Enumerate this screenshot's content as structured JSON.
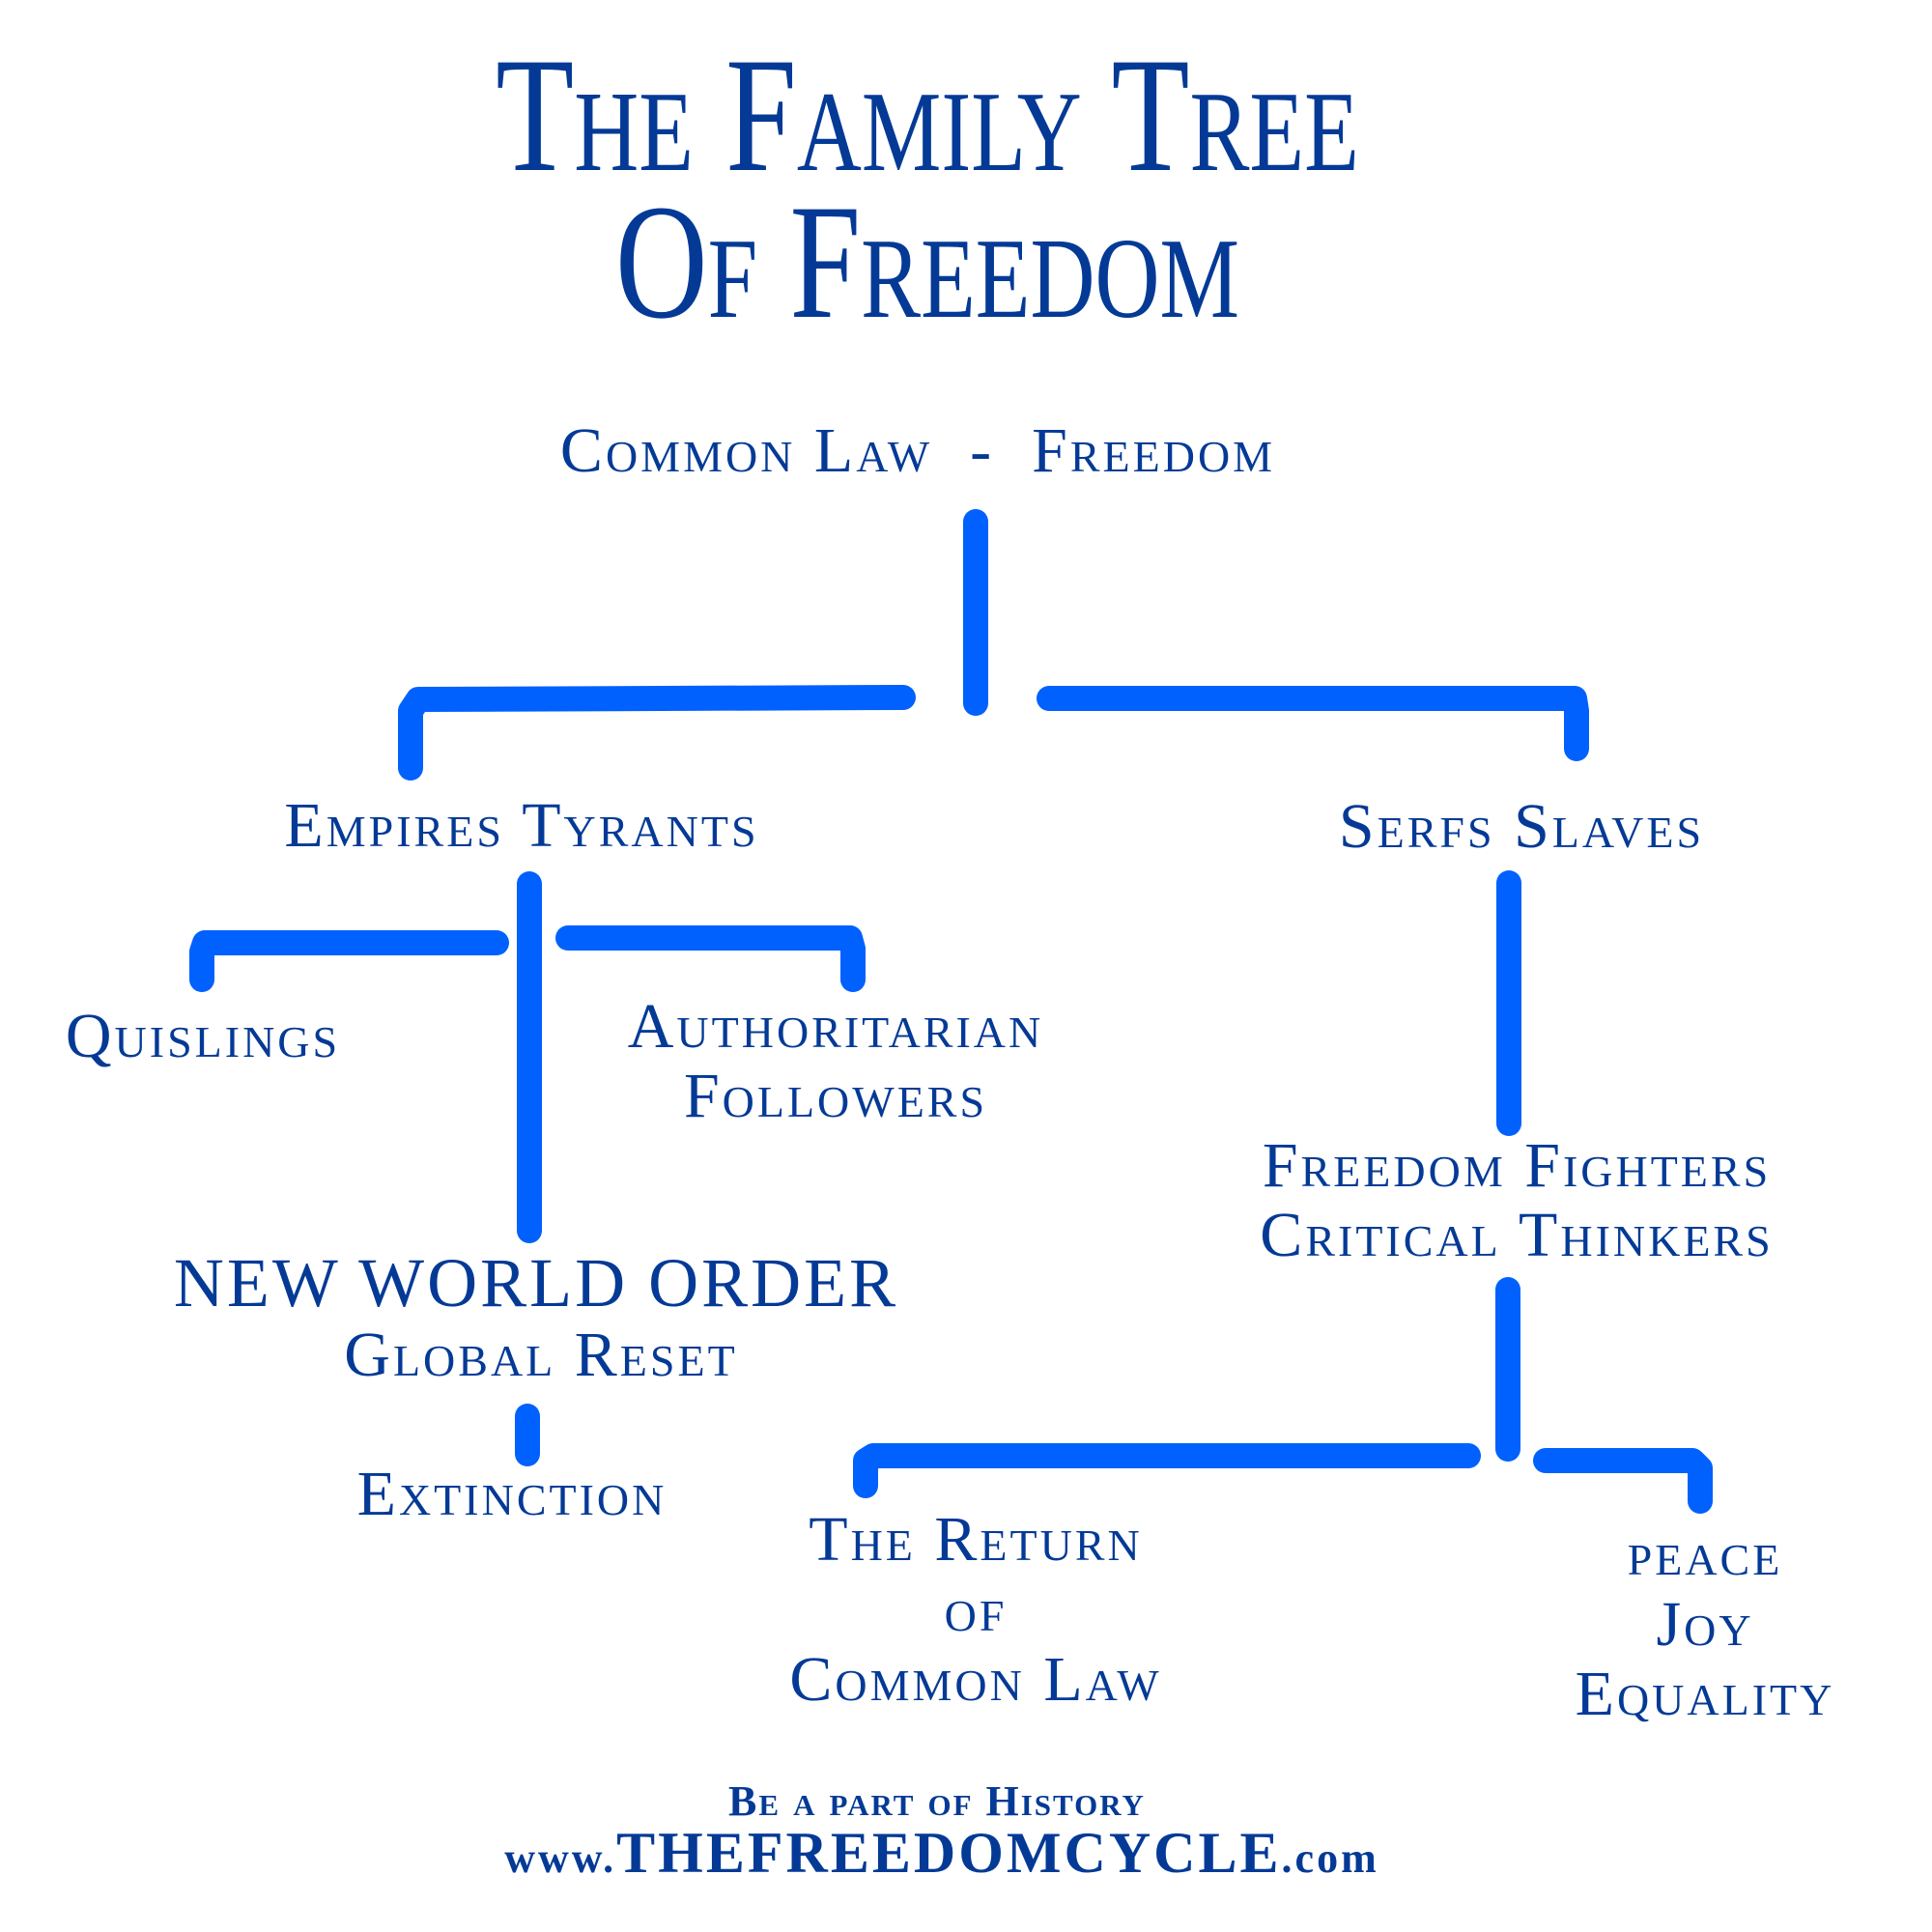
{
  "title": {
    "line1": "The Family Tree",
    "line2": "Of Freedom"
  },
  "colors": {
    "text": "#043a96",
    "connector": "#0061ff",
    "background": "#ffffff"
  },
  "nodes": {
    "root": "Common Law  -  Freedom",
    "empires_tyrants": "Empires Tyrants",
    "serfs_slaves": "Serfs Slaves",
    "quislings": "Quislings",
    "authoritarian_followers": [
      "Authoritarian",
      "Followers"
    ],
    "new_world_order": "NEW WORLD ORDER",
    "global_reset": "Global Reset",
    "extinction": "Extinction",
    "freedom_fighters": [
      "Freedom Fighters",
      "Critical Thinkers"
    ],
    "return_of_common_law": [
      "The Return",
      "of",
      "Common Law"
    ],
    "peace_joy_equality": [
      "peace",
      "Joy",
      "Equality"
    ]
  },
  "edges": [
    [
      "root",
      "empires_tyrants"
    ],
    [
      "root",
      "serfs_slaves"
    ],
    [
      "empires_tyrants",
      "quislings"
    ],
    [
      "empires_tyrants",
      "authoritarian_followers"
    ],
    [
      "empires_tyrants",
      "new_world_order"
    ],
    [
      "new_world_order",
      "extinction"
    ],
    [
      "serfs_slaves",
      "freedom_fighters"
    ],
    [
      "freedom_fighters",
      "return_of_common_law"
    ],
    [
      "freedom_fighters",
      "peace_joy_equality"
    ]
  ],
  "footer": {
    "tagline": "Be a part of History",
    "url_prefix": "www.",
    "url_main": "THEFREEDOMCYCLE",
    "url_suffix": ".com"
  }
}
